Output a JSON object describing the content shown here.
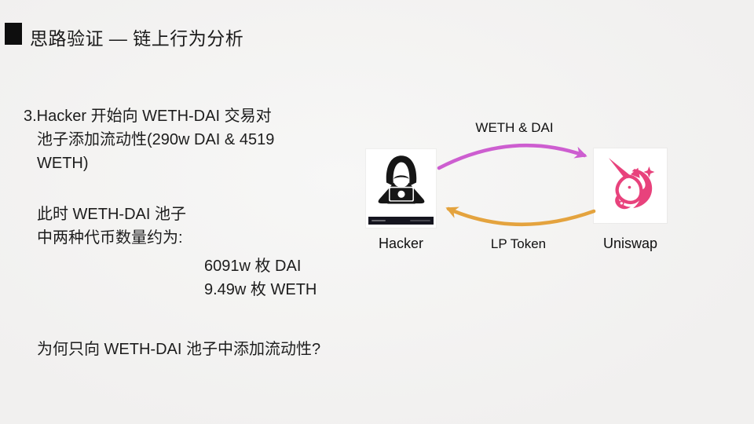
{
  "slide": {
    "title": "思路验证 — 链上行为分析"
  },
  "content": {
    "point3": {
      "line1": "3.Hacker 开始向 WETH-DAI 交易对",
      "line2": "池子添加流动性(290w DAI & 4519",
      "line3": "WETH)"
    },
    "pool_state": {
      "line1": "此时 WETH-DAI 池子",
      "line2": "中两种代币数量约为:"
    },
    "amounts": {
      "dai": "6091w 枚 DAI",
      "weth": "9.49w 枚 WETH"
    },
    "question": "为何只向 WETH-DAI 池子中添加流动性?"
  },
  "diagram": {
    "hacker_label": "Hacker",
    "uniswap_label": "Uniswap",
    "top_arrow_label": "WETH & DAI",
    "bottom_arrow_label": "LP Token",
    "colors": {
      "top_arrow": "#cd5ed0",
      "bottom_arrow": "#e4a33e",
      "uniswap_pink": "#e8427c",
      "hacker_black": "#161616"
    }
  }
}
